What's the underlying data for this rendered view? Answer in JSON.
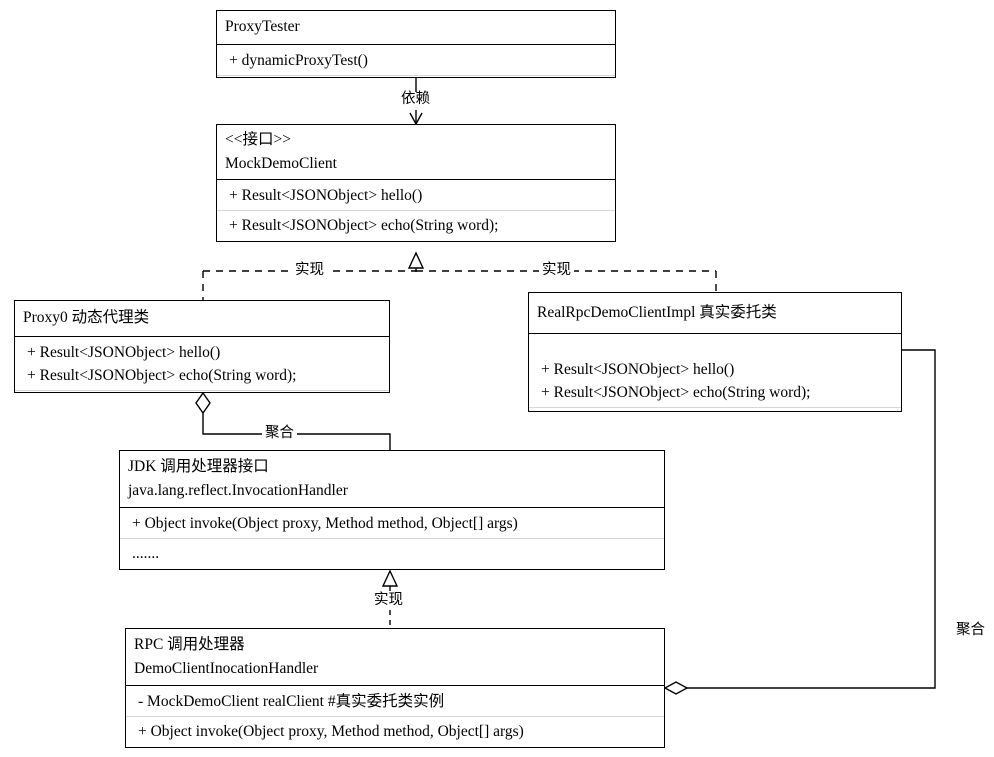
{
  "diagram": {
    "title": "JDK Dynamic Proxy UML Class Diagram",
    "background": "#ffffff",
    "line_color": "#000000"
  },
  "classes": {
    "proxy_tester": {
      "name": "ProxyTester",
      "methods": [
        "+ dynamicProxyTest()"
      ]
    },
    "mock_demo_client": {
      "stereotype": "<<接口>>",
      "name": "MockDemoClient",
      "methods": [
        "+ Result<JSONObject> hello()",
        "+ Result<JSONObject> echo(String word);"
      ]
    },
    "proxy0": {
      "name": "Proxy0  动态代理类",
      "methods": [
        "+ Result<JSONObject> hello()",
        "+ Result<JSONObject> echo(String word);"
      ]
    },
    "real_impl": {
      "name": "RealRpcDemoClientImpl  真实委托类",
      "methods": [
        "+ Result<JSONObject> hello()",
        "+ Result<JSONObject> echo(String word);"
      ]
    },
    "invocation_handler": {
      "name": "JDK 调用处理器接口",
      "sub_name": "java.lang.reflect.InvocationHandler",
      "methods": [
        "+  Object invoke(Object proxy, Method method, Object[] args)",
        "......."
      ]
    },
    "demo_client_handler": {
      "name": "RPC 调用处理器",
      "sub_name": "DemoClientInocationHandler",
      "members": [
        "-   MockDemoClient  realClient      #真实委托类实例",
        "+  Object invoke(Object proxy, Method method, Object[] args)"
      ]
    }
  },
  "relations": {
    "dependency": "依赖",
    "realize_left": "实现",
    "realize_right": "实现",
    "realize_handler": "实现",
    "aggregation_left": "聚合",
    "aggregation_right": "聚合"
  }
}
